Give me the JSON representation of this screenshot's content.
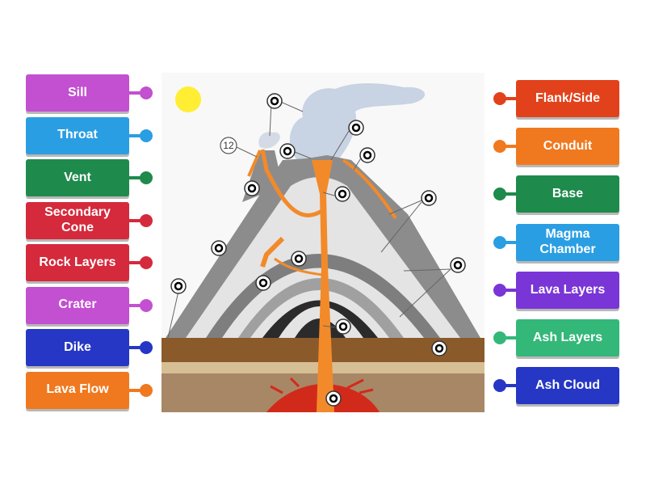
{
  "left_labels": [
    {
      "text": "Sill",
      "color": "#c34fd1"
    },
    {
      "text": "Throat",
      "color": "#2a9ee3"
    },
    {
      "text": "Vent",
      "color": "#1e8a4c"
    },
    {
      "text": "Secondary Cone",
      "color": "#d42a3c"
    },
    {
      "text": "Rock Layers",
      "color": "#d42a3c"
    },
    {
      "text": "Crater",
      "color": "#c34fd1"
    },
    {
      "text": "Dike",
      "color": "#2537c4"
    },
    {
      "text": "Lava Flow",
      "color": "#f0791f"
    }
  ],
  "right_labels": [
    {
      "text": "Flank/Side",
      "color": "#e2421b"
    },
    {
      "text": "Conduit",
      "color": "#f0791f"
    },
    {
      "text": "Base",
      "color": "#1e8a4c"
    },
    {
      "text": "Magma Chamber",
      "color": "#2a9ee3"
    },
    {
      "text": "Lava Layers",
      "color": "#7a35d6"
    },
    {
      "text": "Ash Layers",
      "color": "#33b87a"
    },
    {
      "text": "Ash Cloud",
      "color": "#2537c4"
    }
  ],
  "diagram": {
    "numbered_marker": "12",
    "colors": {
      "lava": "#f28a2a",
      "magma": "#d22a1a",
      "ground": "#8a5a2a",
      "sky": "#f8f8f8",
      "sun": "#ffee33",
      "cloud": "#c8d3e3"
    }
  }
}
